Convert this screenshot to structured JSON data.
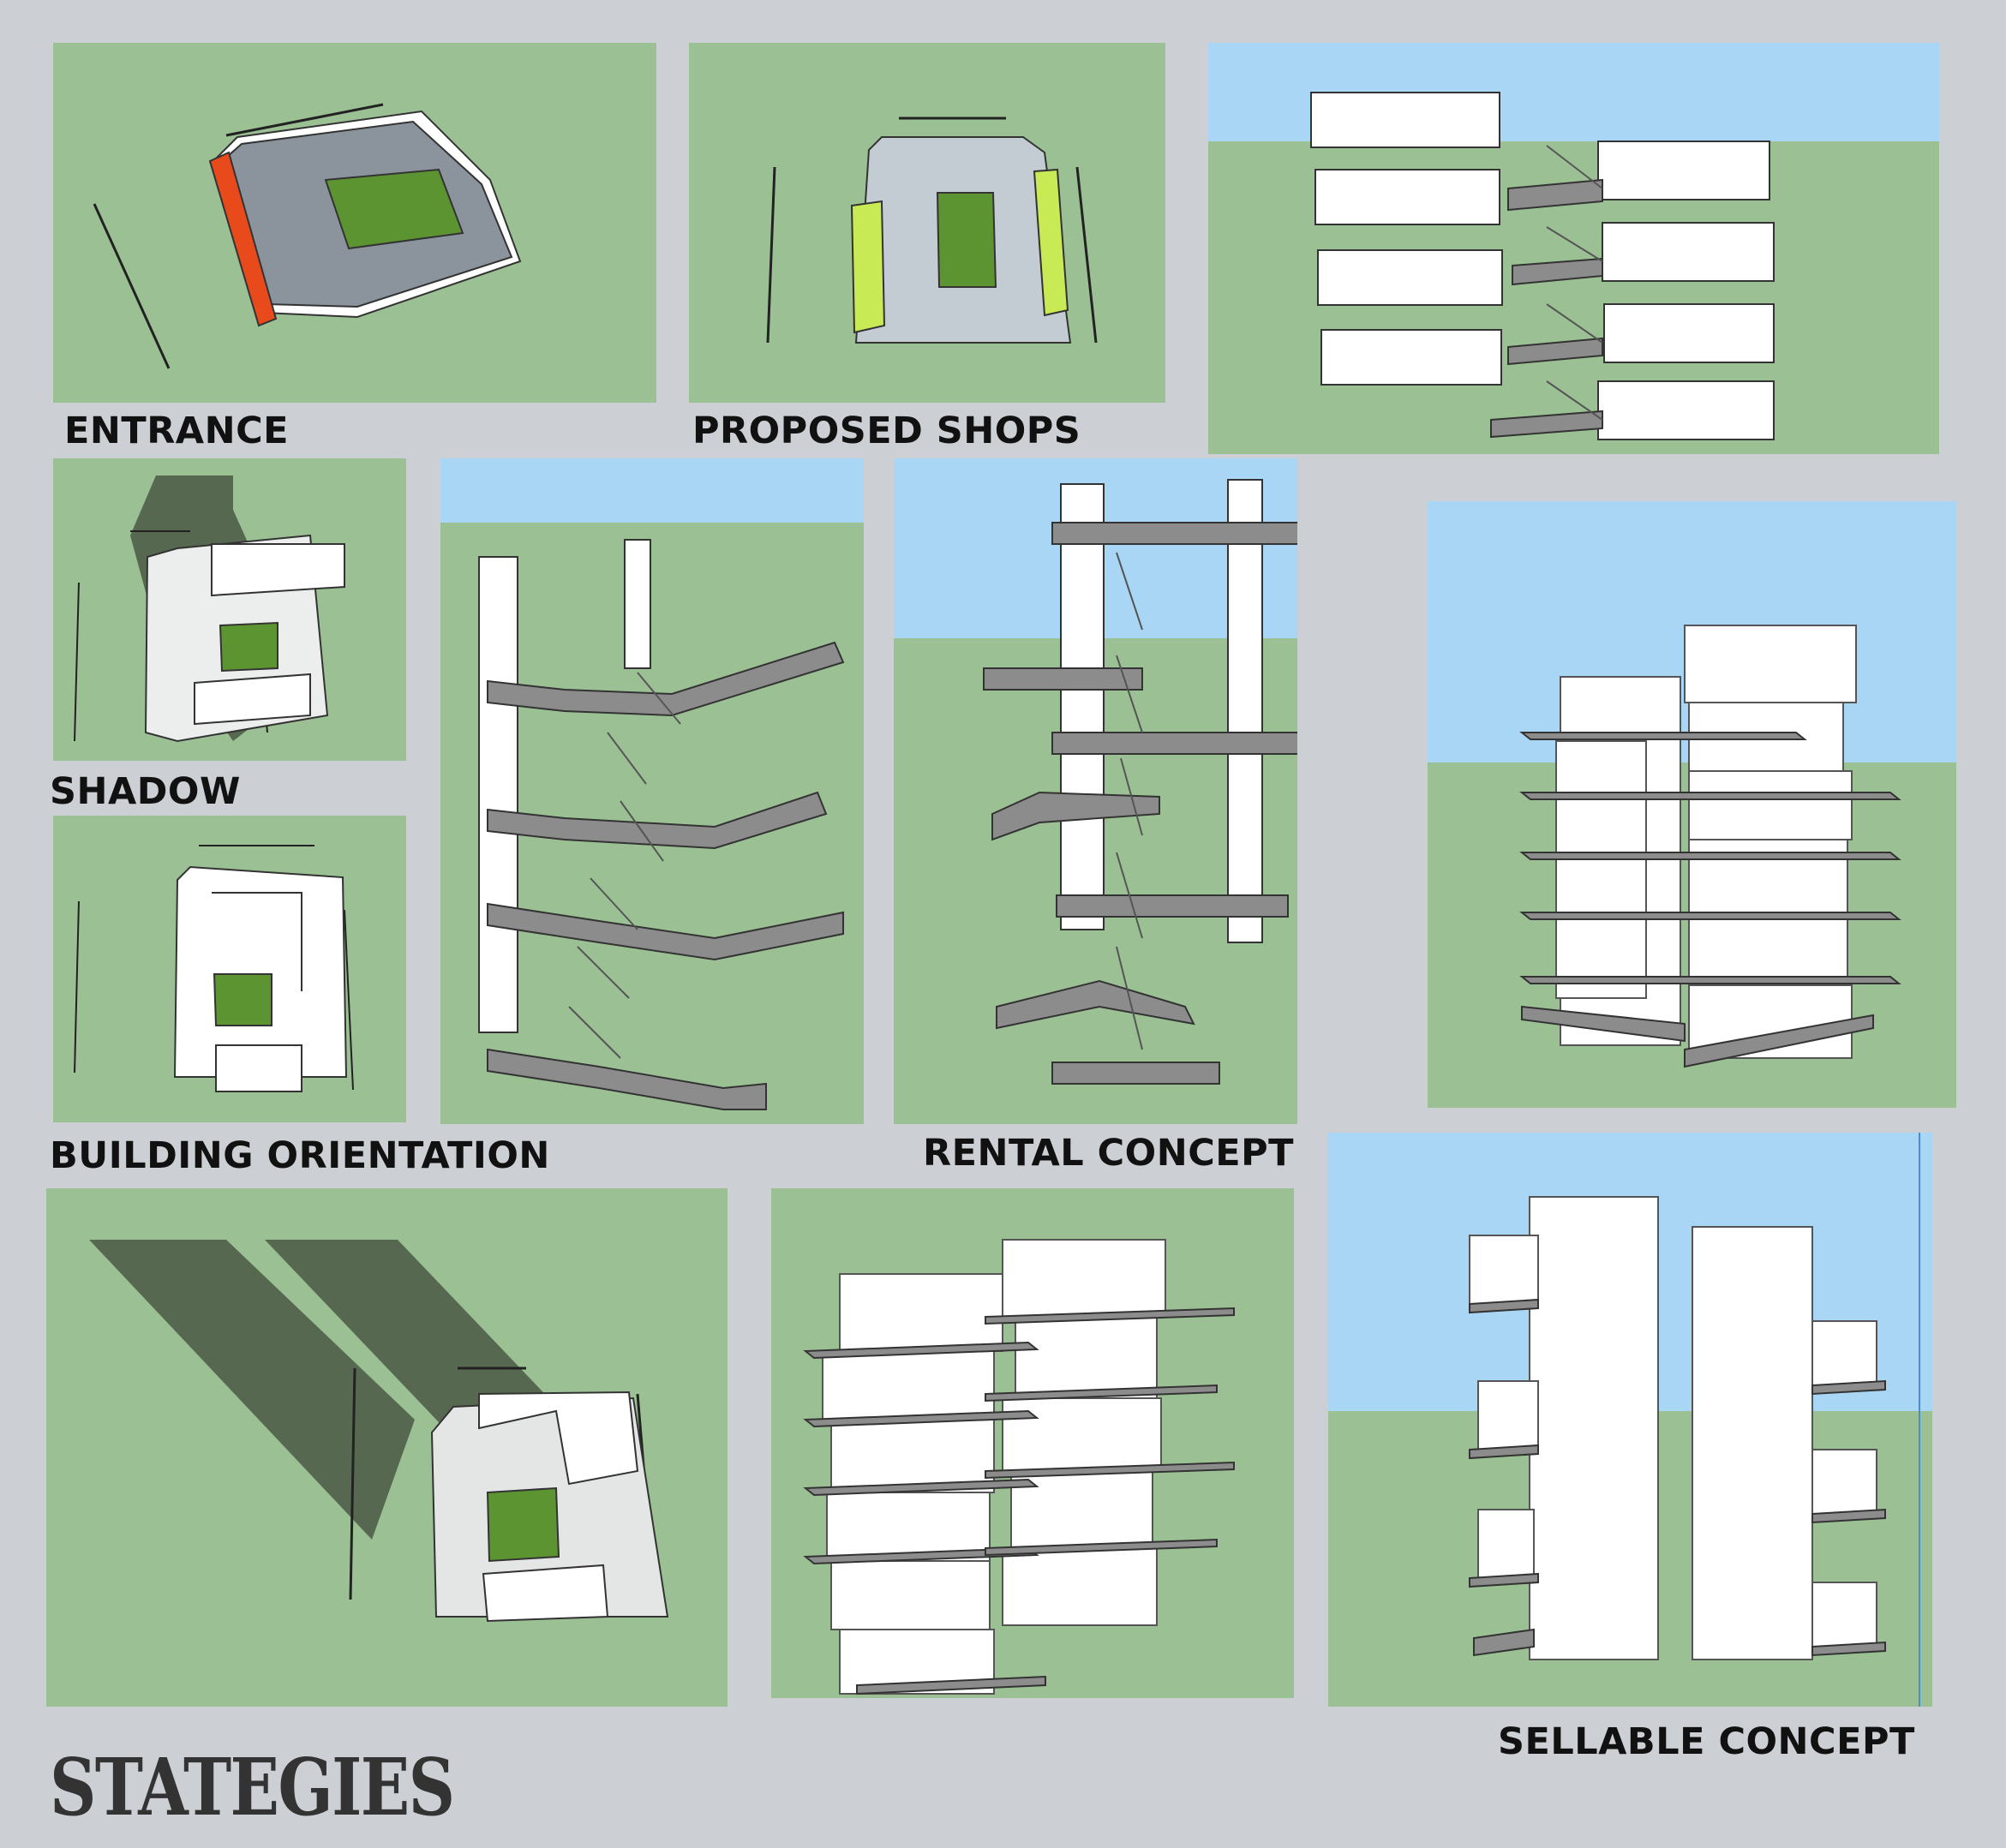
{
  "labels": {
    "entrance": "ENTRANCE",
    "proposed_shops": "PROPOSED SHOPS",
    "shadow": "SHADOW",
    "building_orientation": "BUILDING ORIENTATION",
    "rental_concept": "RENTAL CONCEPT",
    "sellable_concept": "SELLABLE CONCEPT"
  },
  "page_title": "STATEGIES",
  "colors": {
    "background": "#ccd0d4",
    "ground": "#9bc093",
    "sky": "#a9d6f4",
    "site_slab": "#8b949c",
    "courtyard": "#5d9432",
    "entrance_accent": "#e84a1c",
    "shop_accent": "#c8ea55",
    "shadow": "#56684f",
    "mass": "#ffffff",
    "slab": "#8c8c8c"
  }
}
